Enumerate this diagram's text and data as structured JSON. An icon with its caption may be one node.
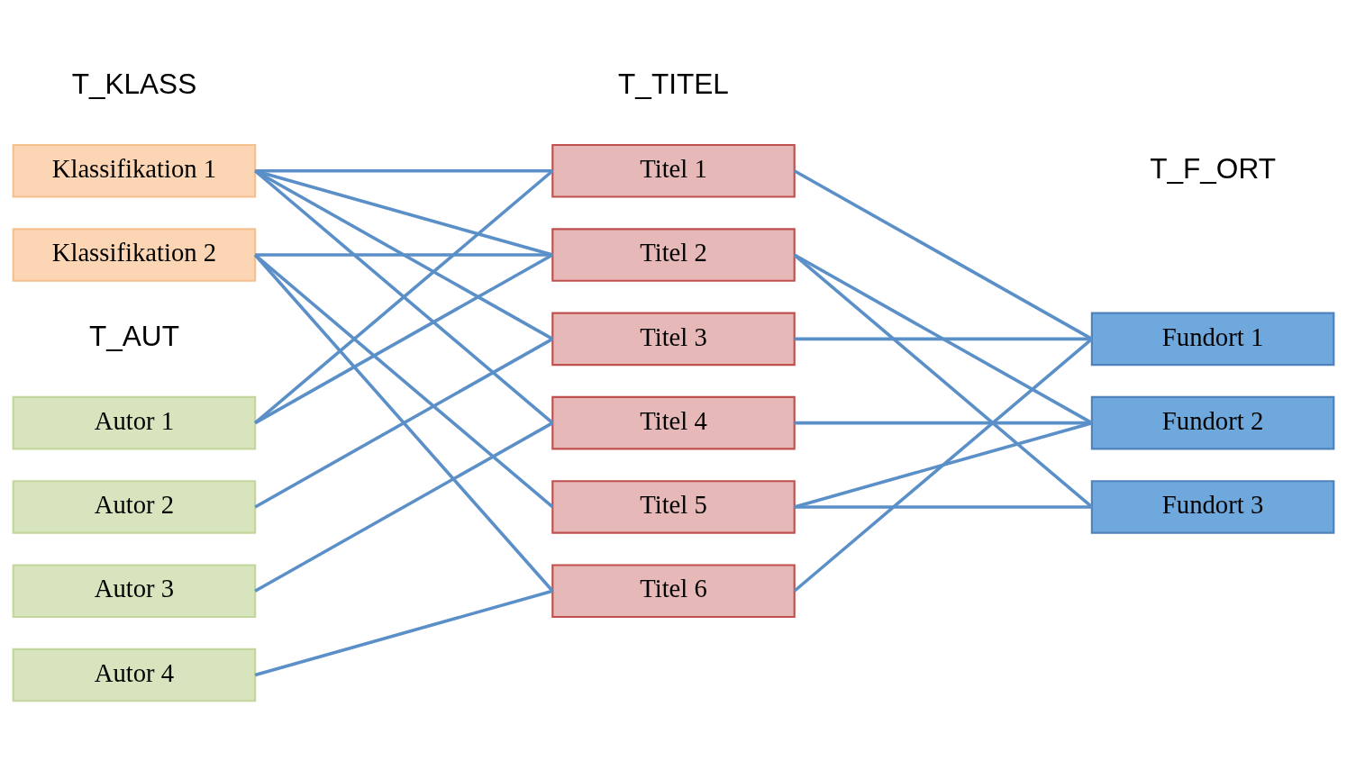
{
  "diagram": {
    "nodes": [
      {
        "text": [
          "Klassifikation 1"
        ]
      },
      {
        "text": [
          "Klassifikation 2"
        ]
      },
      {
        "text": [
          "Autor 1"
        ]
      },
      {
        "text": [
          "Autor 2"
        ]
      },
      {
        "text": [
          "Autor 3"
        ]
      },
      {
        "text": [
          "Autor 4"
        ]
      },
      {
        "text": [
          "Titel 1"
        ]
      },
      {
        "text": [
          "Titel 2"
        ]
      },
      {
        "text": [
          "Titel 3"
        ]
      },
      {
        "text": [
          "Titel 4"
        ]
      },
      {
        "text": [
          "Titel 5"
        ]
      },
      {
        "text": [
          "Titel 6"
        ]
      },
      {
        "text": [
          "Fundort 1"
        ]
      },
      {
        "text": [
          "Fundort 2"
        ]
      },
      {
        "text": [
          "Fundort 3"
        ]
      }
    ],
    "edges": [
      {
        "from": 0,
        "to": 6,
        "arrow": "none"
      },
      {
        "from": 0,
        "to": 7,
        "arrow": "none"
      },
      {
        "from": 0,
        "to": 8,
        "arrow": "none"
      },
      {
        "from": 0,
        "to": 9,
        "arrow": "none"
      },
      {
        "from": 1,
        "to": 7,
        "arrow": "none"
      },
      {
        "from": 1,
        "to": 10,
        "arrow": "none"
      },
      {
        "from": 1,
        "to": 11,
        "arrow": "none"
      },
      {
        "from": 2,
        "to": 6,
        "arrow": "none"
      },
      {
        "from": 2,
        "to": 7,
        "arrow": "none"
      },
      {
        "from": 3,
        "to": 8,
        "arrow": "none"
      },
      {
        "from": 4,
        "to": 9,
        "arrow": "none"
      },
      {
        "from": 5,
        "to": 11,
        "arrow": "none"
      },
      {
        "from": 6,
        "to": 12,
        "arrow": "none"
      },
      {
        "from": 7,
        "to": 13,
        "arrow": "none"
      },
      {
        "from": 7,
        "to": 14,
        "arrow": "none"
      },
      {
        "from": 8,
        "to": 12,
        "arrow": "none"
      },
      {
        "from": 9,
        "to": 13,
        "arrow": "none"
      },
      {
        "from": 10,
        "to": 13,
        "arrow": "none"
      },
      {
        "from": 10,
        "to": 14,
        "arrow": "none"
      },
      {
        "from": 11,
        "to": 12,
        "arrow": "none"
      }
    ],
    "labels": [
      "T_KLASS",
      "T_TITEL",
      "T_F_ORT",
      "T_AUT"
    ]
  }
}
